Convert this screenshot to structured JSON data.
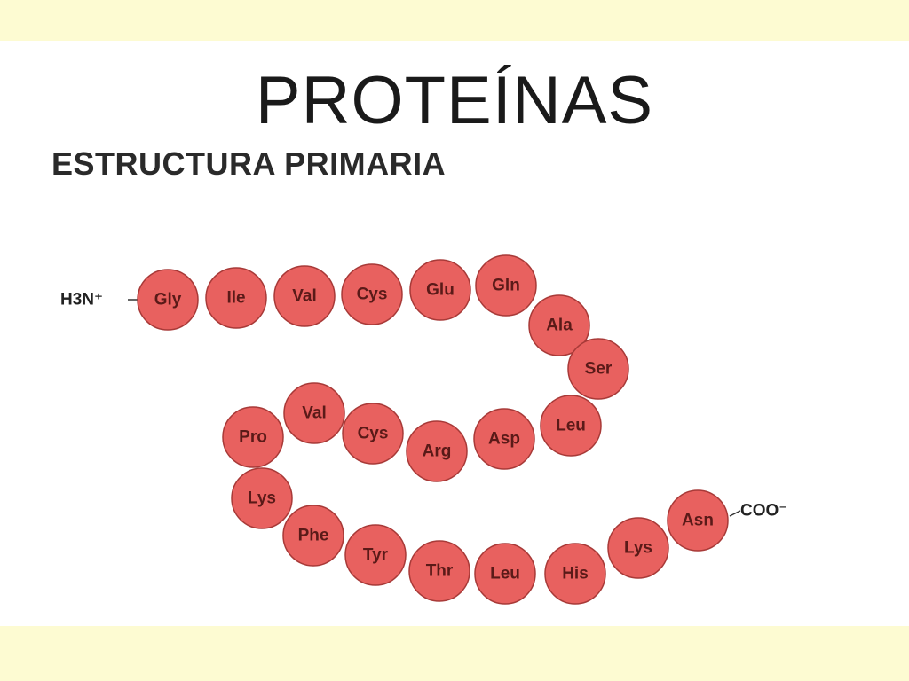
{
  "title": "PROTEÍNAS",
  "subtitle": "ESTRUCTURA PRIMARIA",
  "colors": {
    "background_band": "#fdfbd2",
    "residue_fill": "#e8615f",
    "residue_stroke": "#a83a38",
    "residue_text": "#5a1a18"
  },
  "chain": {
    "n_terminus_label": "H3N⁺",
    "c_terminus_label": "COO⁻",
    "residues": [
      "Gly",
      "Ile",
      "Val",
      "Cys",
      "Glu",
      "Gln",
      "Ala",
      "Ser",
      "Leu",
      "Asp",
      "Arg",
      "Cys",
      "Val",
      "Pro",
      "Lys",
      "Phe",
      "Tyr",
      "Thr",
      "Leu",
      "His",
      "Lys",
      "Asn"
    ]
  }
}
